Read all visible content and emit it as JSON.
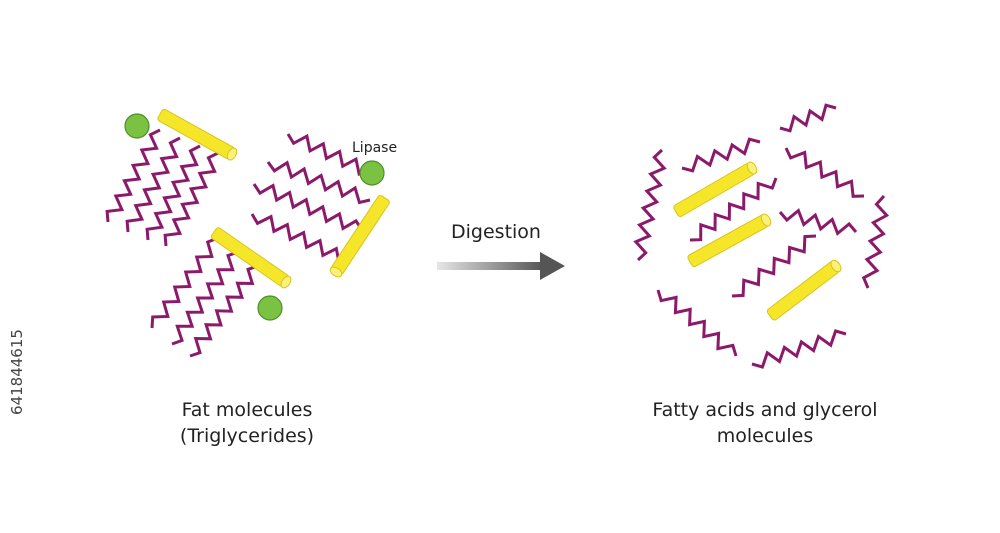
{
  "labels": {
    "lipase": "Lipase",
    "digestion": "Digestion",
    "fat_line1": "Fat molecules",
    "fat_line2": "(Triglycerides)",
    "products_line1": "Fatty acids and glycerol",
    "products_line2": "molecules"
  },
  "stock_id": "641844615",
  "colors": {
    "fatty_acid": "#8b1a6b",
    "glycerol_fill": "#f5e62a",
    "glycerol_stroke": "#d9c41a",
    "lipase_fill": "#7cc242",
    "lipase_stroke": "#4f8f2a",
    "arrow_start": "#e6e6e6",
    "arrow_end": "#555555",
    "text": "#222222"
  },
  "icons": {
    "fatty_acid": "zigzag-chain",
    "glycerol": "yellow-cylinder",
    "lipase": "green-circle",
    "process": "gradient-arrow"
  }
}
